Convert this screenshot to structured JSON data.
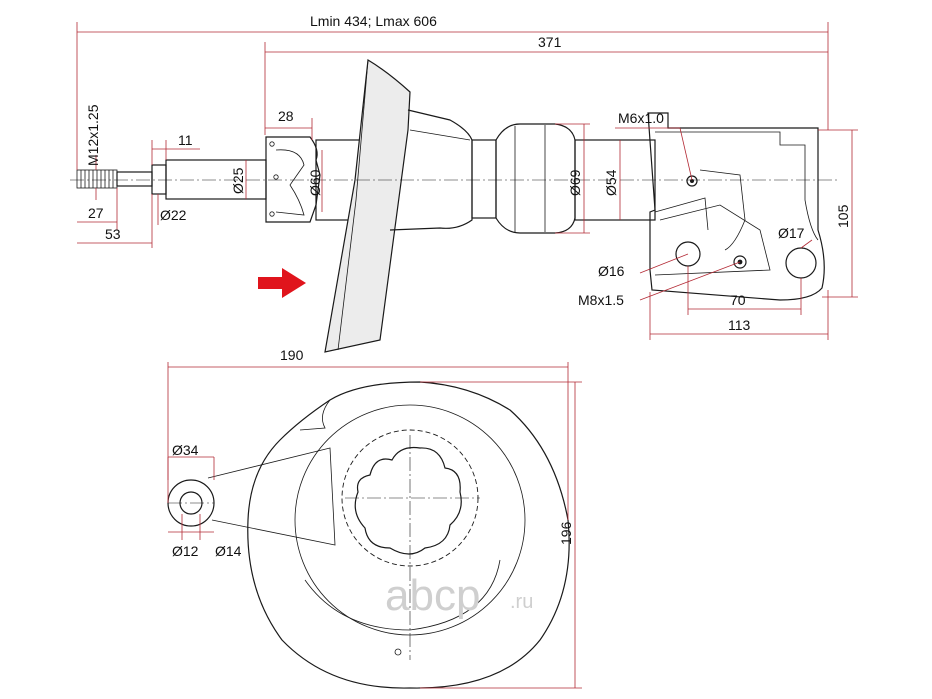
{
  "colors": {
    "dimension_line": "#b32a35",
    "outline": "#1a1a1a",
    "arrow": "#e0141c",
    "shade": "#ececec",
    "watermark": "#cfcfcf"
  },
  "dims": {
    "length_range": "Lmin 434; Lmax 606",
    "overall": "371",
    "thread": "M12x1.25",
    "stud_len": "11",
    "stud_27": "27",
    "stud_53": "53",
    "d22": "Ø22",
    "mount_28": "28",
    "d25": "Ø25",
    "d60": "Ø60",
    "d69": "Ø69",
    "d54": "Ø54",
    "m6": "M6x1.0",
    "m8": "M8x1.5",
    "d16": "Ø16",
    "d17": "Ø17",
    "h105": "105",
    "w70": "70",
    "w113": "113",
    "w190": "190",
    "h196": "196",
    "d34": "Ø34",
    "d12": "Ø12",
    "d14": "Ø14"
  },
  "watermark": {
    "brand": "abcp",
    "tld": ".ru"
  },
  "icons": {
    "direction": "arrow-right-icon"
  }
}
